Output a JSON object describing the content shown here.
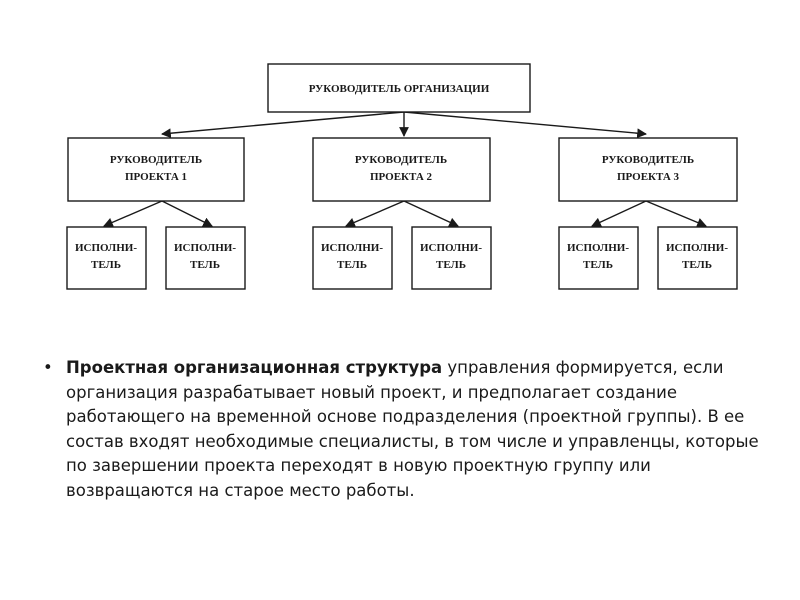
{
  "diagram": {
    "root": {
      "lines": [
        "РУКОВОДИТЕЛЬ ОРГАНИЗАЦИИ"
      ]
    },
    "managers": [
      {
        "lines": [
          "РУКОВОДИТЕЛЬ",
          "ПРОЕКТА 1"
        ]
      },
      {
        "lines": [
          "РУКОВОДИТЕЛЬ",
          "ПРОЕКТА 2"
        ]
      },
      {
        "lines": [
          "РУКОВОДИТЕЛЬ",
          "ПРОЕКТА 3"
        ]
      }
    ],
    "executor": {
      "lines": [
        "ИСПОЛНИ-",
        "ТЕЛЬ"
      ]
    }
  },
  "text": {
    "bullet": "•",
    "bold_lead": "Проектная организационная структура",
    "rest": " управления формируется, если организация разрабатывает новый проект, и предполагает создание работающего на временной основе подразделения (проектной группы). В ее состав входят необходимые специалисты, в том числе и управленцы, которые по завершении проекта переходят в новую проектную группу или возвращаются на старое место работы."
  },
  "colors": {
    "line": "#1a1a1a",
    "background": "#ffffff"
  }
}
